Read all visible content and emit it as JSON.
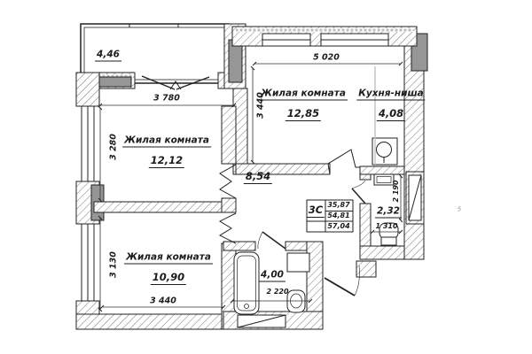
{
  "colors": {
    "line": "#222222",
    "hatch": "#777777",
    "pier_fill": "#969696",
    "kitchen_divider": "#c4c4c4"
  },
  "rooms": {
    "balcony": {
      "area": "4,46"
    },
    "living1": {
      "label": "Жилая комната",
      "area": "12,12"
    },
    "living2": {
      "label": "Жилая комната",
      "area": "12,85"
    },
    "kitchen": {
      "label": "Кухня-ниша",
      "area": "4,08"
    },
    "living3": {
      "label": "Жилая комната",
      "area": "10,90"
    },
    "hallway": {
      "area": "8,54"
    },
    "bathroom": {
      "area": "4,00"
    },
    "wc": {
      "area": "2,32"
    }
  },
  "dimensions": {
    "living1_width": "3 780",
    "living1_depth": "3 280",
    "living2_width": "5 020",
    "living2_depth": "3 440",
    "living3_depth": "3 130",
    "living3_width": "3 440",
    "wc_depth": "2 190",
    "wc_width": "1 310",
    "bathroom_width": "2 220"
  },
  "stamp": {
    "type": "3С",
    "living_area": "35,87",
    "apartment_area": "54,81",
    "total_area": "57,04"
  },
  "stray_mark": "5"
}
